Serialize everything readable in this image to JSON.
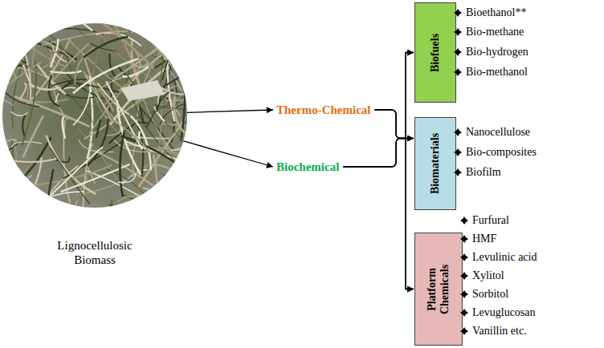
{
  "diagram": {
    "nodes": [
      {
        "text": [
          "Lignocellulosic Biomass"
        ]
      },
      {
        "text": [
          "Thermo-Chemical"
        ]
      },
      {
        "text": [
          "Biochemical"
        ]
      },
      {
        "text": [
          "Biofuels"
        ]
      },
      {
        "text": [
          "Biomaterials"
        ]
      },
      {
        "text": [
          "Platform Chemicals"
        ]
      }
    ],
    "edges": [
      {
        "from": 0,
        "to": 1,
        "arrow": "to"
      },
      {
        "from": 0,
        "to": 2,
        "arrow": "to"
      },
      {
        "from": 1,
        "to": 3,
        "arrow": "to"
      },
      {
        "from": 1,
        "to": 4,
        "arrow": "to"
      },
      {
        "from": 1,
        "to": 5,
        "arrow": "to"
      },
      {
        "from": 2,
        "to": 3,
        "arrow": "to"
      },
      {
        "from": 2,
        "to": 4,
        "arrow": "to"
      },
      {
        "from": 2,
        "to": 5,
        "arrow": "to"
      }
    ],
    "labels": [
      "Bioethanol**",
      "Bio-methane",
      "Bio-hydrogen",
      "Bio-methanol",
      "Nanocellulose",
      "Bio-composites",
      "Biofilm",
      "Furfural",
      "HMF",
      "Levulinic acid",
      "Xylitol",
      "Sorbitol",
      "Levuglucosan",
      "Vanillin etc."
    ]
  }
}
